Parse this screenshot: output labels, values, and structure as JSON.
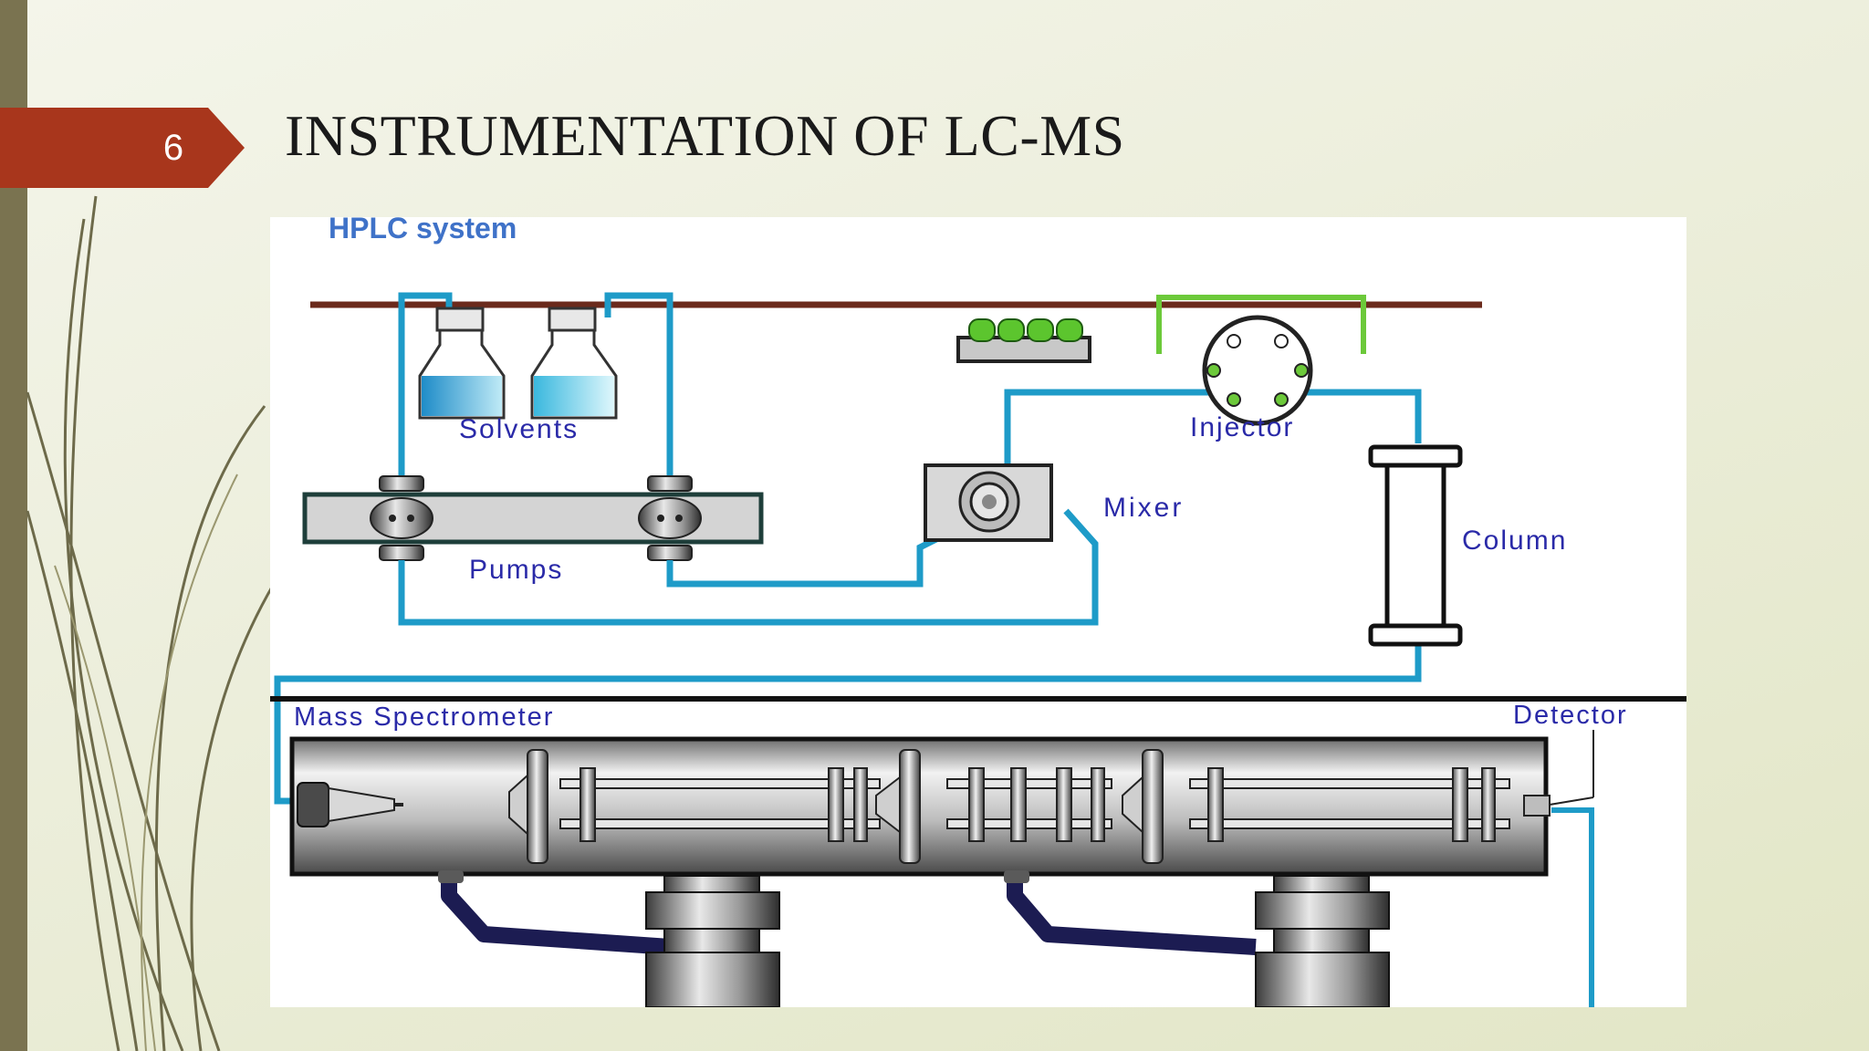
{
  "slide": {
    "number": "6",
    "title": "INSTRUMENTATION OF LC-MS"
  },
  "diagram": {
    "heading": "HPLC system",
    "labels": {
      "solvents": "Solvents",
      "pumps": "Pumps",
      "mixer": "Mixer",
      "injector": "Injector",
      "column": "Column",
      "mass_spectrometer": "Mass Spectrometer",
      "detector": "Detector"
    }
  },
  "colors": {
    "accent_tab": "#a8361c",
    "tubing": "#1e9bc8",
    "injector_loop": "#6cc93a",
    "shelf": "#6b2a1c"
  }
}
